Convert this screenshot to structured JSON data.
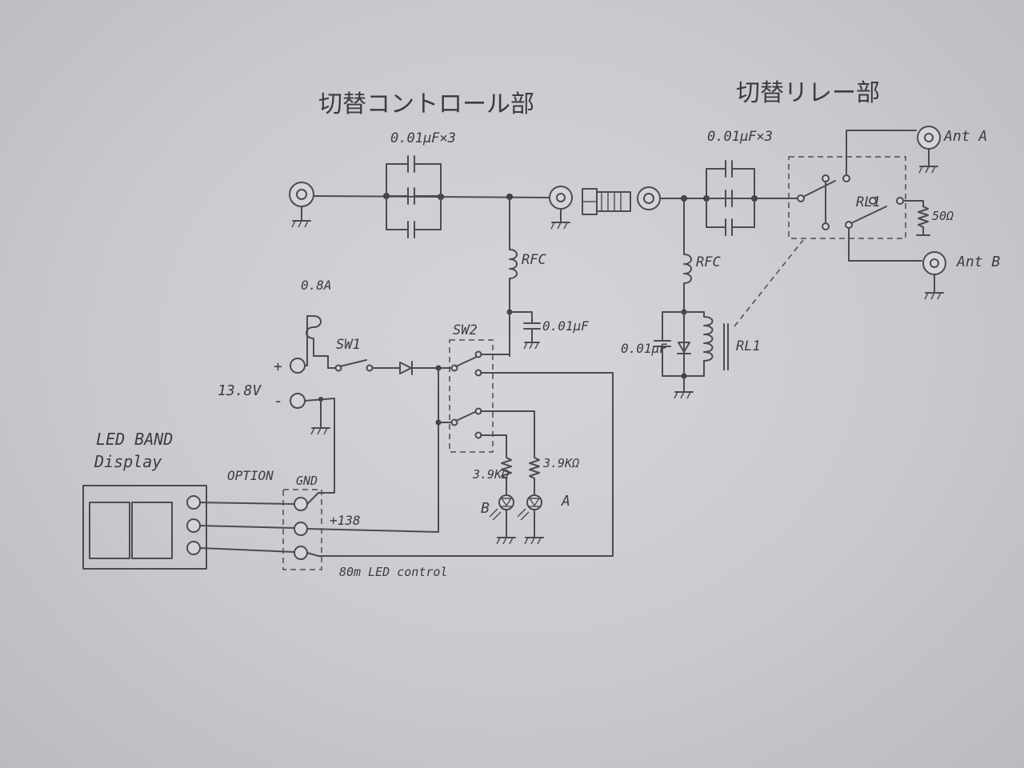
{
  "headings": {
    "control_section": "切替コントロール部",
    "relay_section": "切替リレー部"
  },
  "labels": {
    "cap_bank_left": "0.01μF×3",
    "cap_bank_right": "0.01μF×3",
    "rfc_left": "RFC",
    "rfc_right": "RFC",
    "cap_bypass_left": "0.01μF",
    "cap_coil_right": "0.01μF",
    "relay_coil": "RL1",
    "relay_contact": "RL1",
    "resistor_50": "50Ω",
    "ant_a": "Ant A",
    "ant_b": "Ant B",
    "fuse": "0.8A",
    "sw1": "SW1",
    "sw2": "SW2",
    "supply_voltage": "13.8V",
    "supply_plus": "+",
    "supply_minus": "-",
    "resistor_led_b": "3.9KΩ",
    "resistor_led_a": "3.9KΩ",
    "led_b": "B",
    "led_a": "A",
    "display_title_1": "LED BAND",
    "display_title_2": "Display",
    "option": "OPTION",
    "gnd": "GND",
    "plus138": "+138",
    "led_control": "80m LED control"
  }
}
